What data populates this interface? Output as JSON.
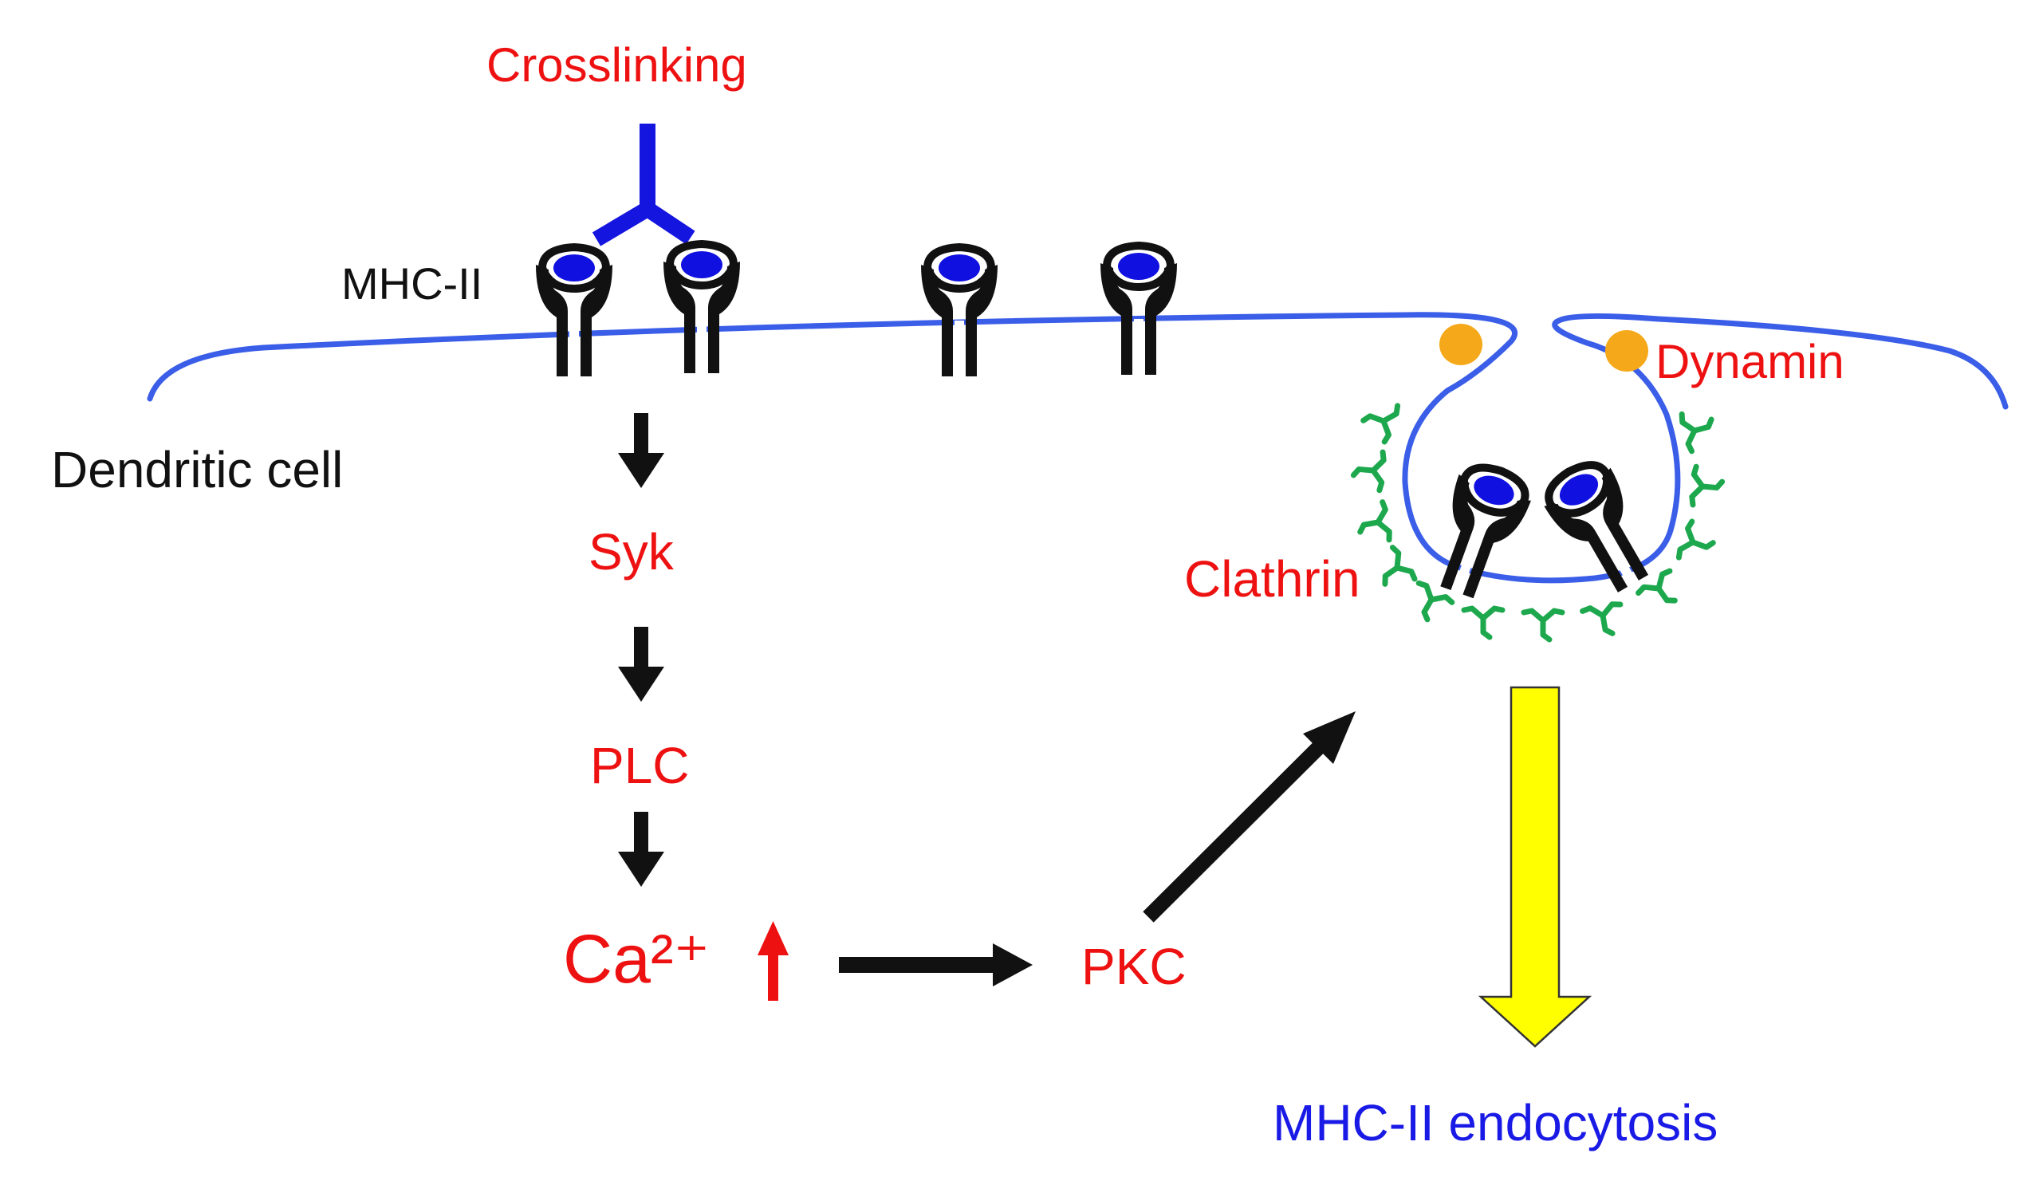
{
  "colors": {
    "membrane": "#3b5ee8",
    "signal_text": "#ee1111",
    "receptor": "#111111",
    "antigen": "#1010e0",
    "antibody": "#1515e0",
    "clathrin": "#1ea84e",
    "dynamin": "#f5a91a",
    "endocytosis_arrow": "#ffff00",
    "endocytosis_text": "#1a1ae6"
  },
  "labels": {
    "crosslinking": "Crosslinking",
    "mhc_ii": "MHC-II",
    "dendritic_cell": "Dendritic cell",
    "syk": "Syk",
    "plc": "PLC",
    "calcium": "Ca²⁺",
    "pkc": "PKC",
    "clathrin": "Clathrin",
    "dynamin": "Dynamin",
    "endocytosis": "MHC-II endocytosis"
  },
  "icons": {
    "antibody": "antibody-icon",
    "receptor": "mhc-ii-receptor-icon",
    "dynamin": "dynamin-icon",
    "clathrin": "clathrin-icon",
    "increase": "up-arrow-icon"
  }
}
